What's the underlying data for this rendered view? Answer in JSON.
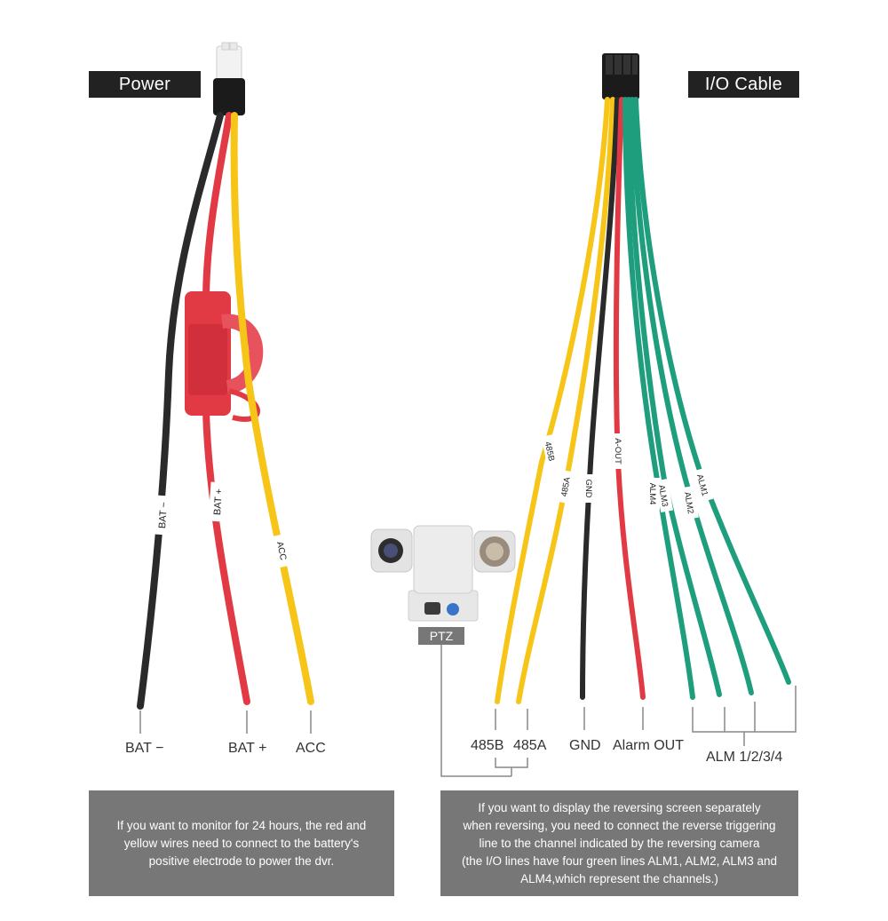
{
  "power_cable": {
    "title": "Power Cable",
    "labels": {
      "bat_minus": "BAT −",
      "bat_plus": "BAT +",
      "acc": "ACC"
    },
    "wire_tags": {
      "bat_minus": "BAT −",
      "bat_plus": "BAT +",
      "acc": "ACC"
    },
    "note": "If you want to monitor for 24 hours, the red and\nyellow wires need to connect to the battery's\npositive electrode to power the dvr."
  },
  "io_cable": {
    "title": "I/O Cable",
    "labels": {
      "b485": "485B",
      "a485": "485A",
      "gnd": "GND",
      "alarm_out": "Alarm OUT",
      "alm": "ALM 1/2/3/4"
    },
    "wire_tags": {
      "b485": "485B",
      "a485": "485A",
      "gnd": "GND",
      "aout": "A-OUT",
      "alm4": "ALM4",
      "alm3": "ALM3",
      "alm2": "ALM2",
      "alm1": "ALM1"
    },
    "note": "If you want to display the reversing screen separately\nwhen reversing, you need to connect the reverse triggering\nline to the channel indicated by the reversing camera\n(the I/O lines have four green lines ALM1, ALM2, ALM3 and\nALM4,which represent the channels.)"
  },
  "ptz": {
    "label": "PTZ"
  },
  "colors": {
    "red_wire": "#e23a45",
    "yellow_wire": "#f6c517",
    "black_wire": "#2a2a2a",
    "green_wire": "#1f9e7e",
    "label_bg": "#222222",
    "note_bg": "#777777",
    "leader_line": "#888888"
  }
}
